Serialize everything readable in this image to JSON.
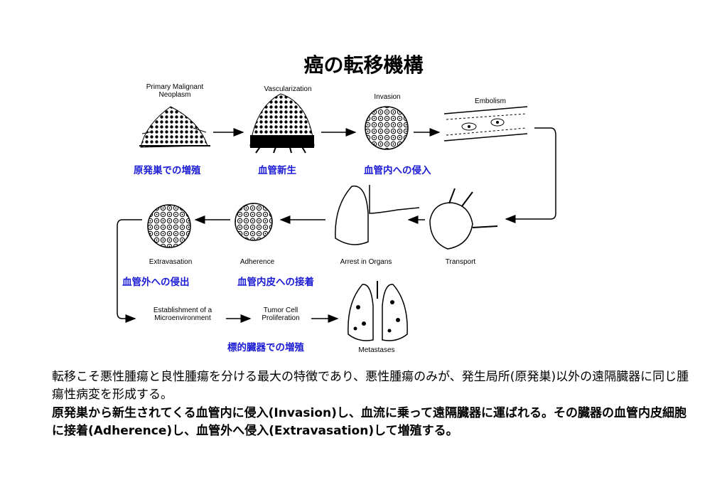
{
  "title": "癌の転移機構",
  "stages": {
    "primary": "Primary Malignant\nNeoplasm",
    "vascularization": "Vascularization",
    "invasion": "Invasion",
    "embolism": "Embolism",
    "transport": "Transport",
    "arrest": "Arrest in Organs",
    "adherence": "Adherence",
    "extravasation": "Extravasation",
    "establishment": "Establishment of a\nMicroenvironment",
    "proliferation": "Tumor Cell\nProliferation",
    "metastases": "Metastases"
  },
  "annotations_jp": {
    "primary": "原発巣での増殖",
    "vascularization": "血管新生",
    "invasion": "血管内への侵入",
    "extravasation": "血管外への侵出",
    "adherence": "血管内皮への接着",
    "proliferation": "標的臓器での増殖"
  },
  "text": {
    "para1": "転移こそ悪性腫瘍と良性腫瘍を分ける最大の特徴であり、悪性腫瘍のみが、発生局所(原発巣)以外の遠隔臓器に同じ腫瘍性病変を形成する。",
    "para2": "原発巣から新生されてくる血管内に侵入(Invasion)し、血流に乗って遠隔臓器に運ばれる。その臓器の血管内皮細胞に接着(Adherence)し、血管外へ侵入(Extravasation)して増殖する。"
  },
  "colors": {
    "annotation": "#1b1bd6",
    "text": "#000000",
    "background": "#ffffff"
  },
  "icons": [
    "tumor-tissue-icon",
    "vascularized-tumor-icon",
    "invasion-cell-icon",
    "embolism-vessel-icon",
    "heart-icon",
    "lung-icon",
    "adherence-cell-icon",
    "extravasation-cell-icon",
    "metastatic-lungs-icon"
  ]
}
